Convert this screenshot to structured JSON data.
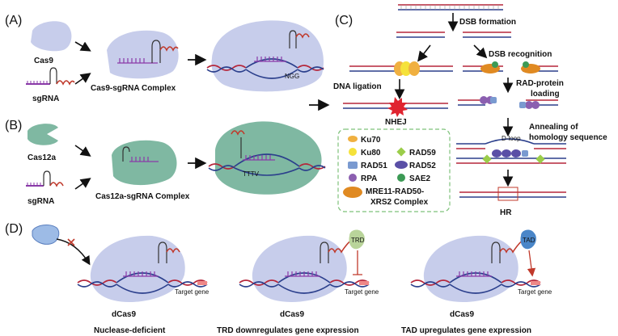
{
  "panels": {
    "a": "(A)",
    "b": "(B)",
    "c": "(C)",
    "d": "(D)"
  },
  "panel_a": {
    "cas9": "Cas9",
    "sgrna": "sgRNA",
    "complex": "Cas9-sgRNA Complex",
    "pam": "NGG"
  },
  "panel_b": {
    "cas12a": "Cas12a",
    "sgrna": "sgRNA",
    "complex": "Cas12a-sgRNA Complex",
    "pam": "TTTV"
  },
  "panel_c": {
    "dsb_formation": "DSB formation",
    "dsb_recognition": "DSB recognition",
    "dna_ligation": "DNA ligation",
    "nhej": "NHEJ",
    "rad_loading_1": "RAD-protein",
    "rad_loading_2": "loading",
    "annealing_1": "Annealing of",
    "annealing_2": "homology sequence",
    "dloop": "D-loop",
    "hr": "HR",
    "legend": [
      {
        "label": "Ku70",
        "color": "#f0b040",
        "shape": "ellipse"
      },
      {
        "label": "RAD59",
        "color": "#9bcd4a",
        "shape": "diamond"
      },
      {
        "label": "Ku80",
        "color": "#f5e23a",
        "shape": "circle"
      },
      {
        "label": "RAD52",
        "color": "#5a4fa6",
        "shape": "ellipse"
      },
      {
        "label": "RAD51",
        "color": "#7a9ad0",
        "shape": "rect"
      },
      {
        "label": "SAE2",
        "color": "#3c9a55",
        "shape": "circle"
      },
      {
        "label": "RPA",
        "color": "#8b5fb0",
        "shape": "circle"
      },
      {
        "label": "MRE11-RAD50-",
        "color": "#e08a22",
        "shape": "ellipse"
      },
      {
        "label": "XRS2 Complex",
        "color": "",
        "shape": "none"
      }
    ]
  },
  "panel_d": {
    "target_gene": "Target gene",
    "dcas9": "dCas9",
    "trd": "TRD",
    "tad": "TAD",
    "caption_1": "Nuclease-deficient",
    "caption_2": "TRD downregulates gene expression",
    "caption_3": "TAD upregulates gene expression"
  },
  "colors": {
    "protein_blue": "#c7cdeb",
    "cas12a_green": "#7fb8a2",
    "dna_red": "#b5263a",
    "dna_blue": "#2b3f8c",
    "rna_purple": "#8a3aa8",
    "legend_border": "#7ec27a"
  }
}
